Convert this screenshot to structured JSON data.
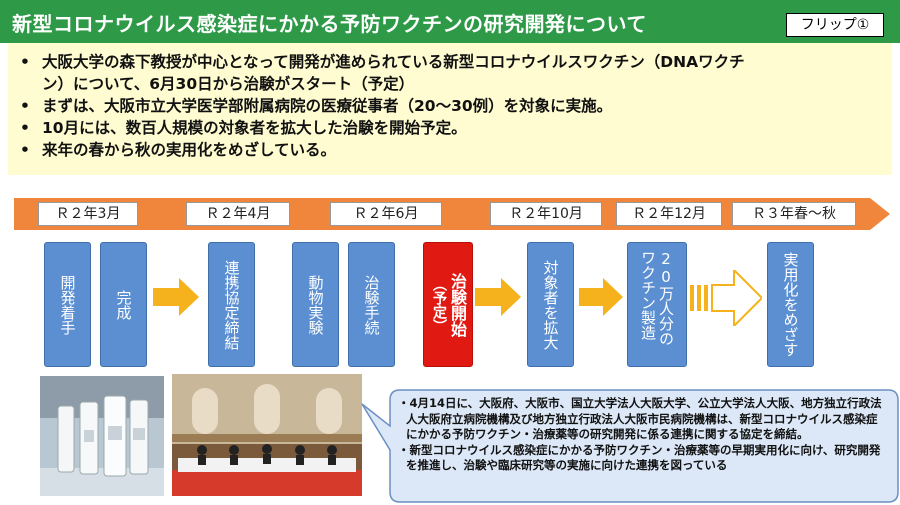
{
  "header": {
    "title": "新型コロナウイルス感染症にかかる予防ワクチンの研究開発について",
    "flip_label": "フリップ①"
  },
  "summary": {
    "bullets": [
      "大阪大学の森下教授が中心となって開発が進められている新型コロナウイルスワクチン（DNAワクチ",
      "ン）について、6月30日から治験がスタート（予定）",
      "まずは、大阪市立大学医学部附属病院の医療従事者（20～30例）を対象に実施。",
      "10月には、数百人規模の対象者を拡大した治験を開始予定。",
      "来年の春から秋の実用化をめざしている。"
    ]
  },
  "timeline": {
    "periods": [
      "Ｒ２年3月",
      "Ｒ２年4月",
      "Ｒ２年6月",
      "Ｒ２年10月",
      "Ｒ２年12月",
      "Ｒ３年春～秋"
    ],
    "steps": [
      {
        "label": "開発着手"
      },
      {
        "label": "完成"
      },
      {
        "label": "連携協定締結"
      },
      {
        "label": "動物実験"
      },
      {
        "label": "治験手続"
      },
      {
        "label": "治験開始",
        "sub": "（予定）"
      },
      {
        "label": "対象者を拡大"
      },
      {
        "label": "20万人分のワクチン製造"
      },
      {
        "label": "実用化をめざす"
      }
    ]
  },
  "callout": {
    "lines": [
      "・4月14日に、大阪府、大阪市、国立大学法人大阪大学、公立大学法人大阪、地方独立行政法人大阪府立病院機構及び地方独立行政法人大阪市民病院機構は、新型コロナウイルス感染症にかかる予防ワクチン・治療薬等の研究開発に係る連携に関する協定を締結。",
      "・新型コロナウイルス感染症にかかる予防ワクチン・治療薬等の早期実用化に向け、研究開発を推進し、治験や臨床研究等の実施に向けた連携を図っている"
    ]
  },
  "colors": {
    "title_bg": "#2e9a48",
    "summary_bg": "#fefcd0",
    "timeline_arrow": "#f0863c",
    "step_box": "#5b8fd1",
    "highlight_box": "#e01a12",
    "flow_arrow": "#f5b21c",
    "callout_bg": "#dce8f7"
  }
}
